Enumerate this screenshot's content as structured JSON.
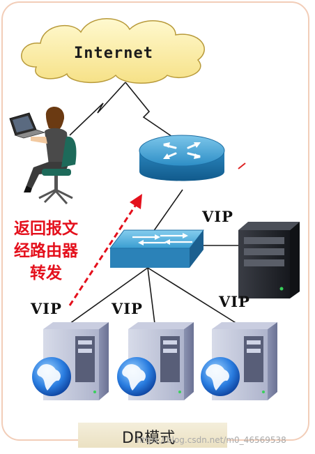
{
  "cloud": {
    "label": "Internet"
  },
  "reply_note": {
    "lines": [
      "返回报文",
      "经路由器",
      "转发"
    ]
  },
  "vip_labels": {
    "director": "VIP",
    "server_1": "VIP",
    "server_2": "VIP",
    "server_3": "VIP"
  },
  "caption": {
    "mode": "DR模式"
  },
  "watermark": {
    "text": "https://blog.csdn.net/m0_46569538"
  },
  "icons": [
    "cloud-icon",
    "user-at-laptop-icon",
    "router-icon",
    "switch-icon",
    "director-server-icon",
    "real-server-icon",
    "globe-icon"
  ],
  "colors": {
    "cloud_fill": "#fdf0a8",
    "network_device": "#2a8fc8",
    "arrow": "#e4101c",
    "frame": "#f2cdb8"
  }
}
